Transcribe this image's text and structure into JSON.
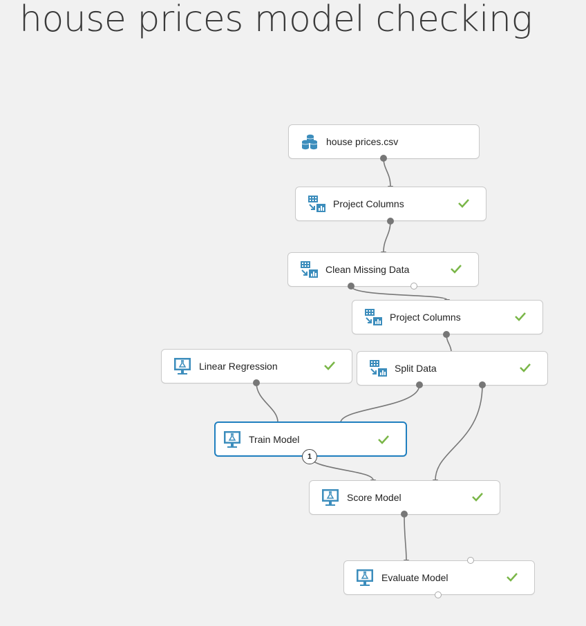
{
  "title": "house prices model checking",
  "modules": {
    "house_prices_csv": {
      "label": "house prices.csv",
      "icon": "dataset-icon"
    },
    "project_columns_1": {
      "label": "Project Columns",
      "icon": "data-transform-icon",
      "status": "completed"
    },
    "clean_missing_data": {
      "label": "Clean Missing Data",
      "icon": "data-transform-icon",
      "status": "completed"
    },
    "project_columns_2": {
      "label": "Project Columns",
      "icon": "data-transform-icon",
      "status": "completed"
    },
    "linear_regression": {
      "label": "Linear Regression",
      "icon": "ml-model-icon",
      "status": "completed"
    },
    "split_data": {
      "label": "Split Data",
      "icon": "data-transform-icon",
      "status": "completed"
    },
    "train_model": {
      "label": "Train Model",
      "icon": "ml-model-icon",
      "status": "completed",
      "badge": "1"
    },
    "score_model": {
      "label": "Score Model",
      "icon": "ml-model-icon",
      "status": "completed"
    },
    "evaluate_model": {
      "label": "Evaluate Model",
      "icon": "ml-model-icon",
      "status": "completed"
    }
  },
  "colors": {
    "icon_blue": "#3c8dbc",
    "check_green": "#7ab648",
    "selected_border": "#1f7fbf",
    "connector": "#777777"
  }
}
